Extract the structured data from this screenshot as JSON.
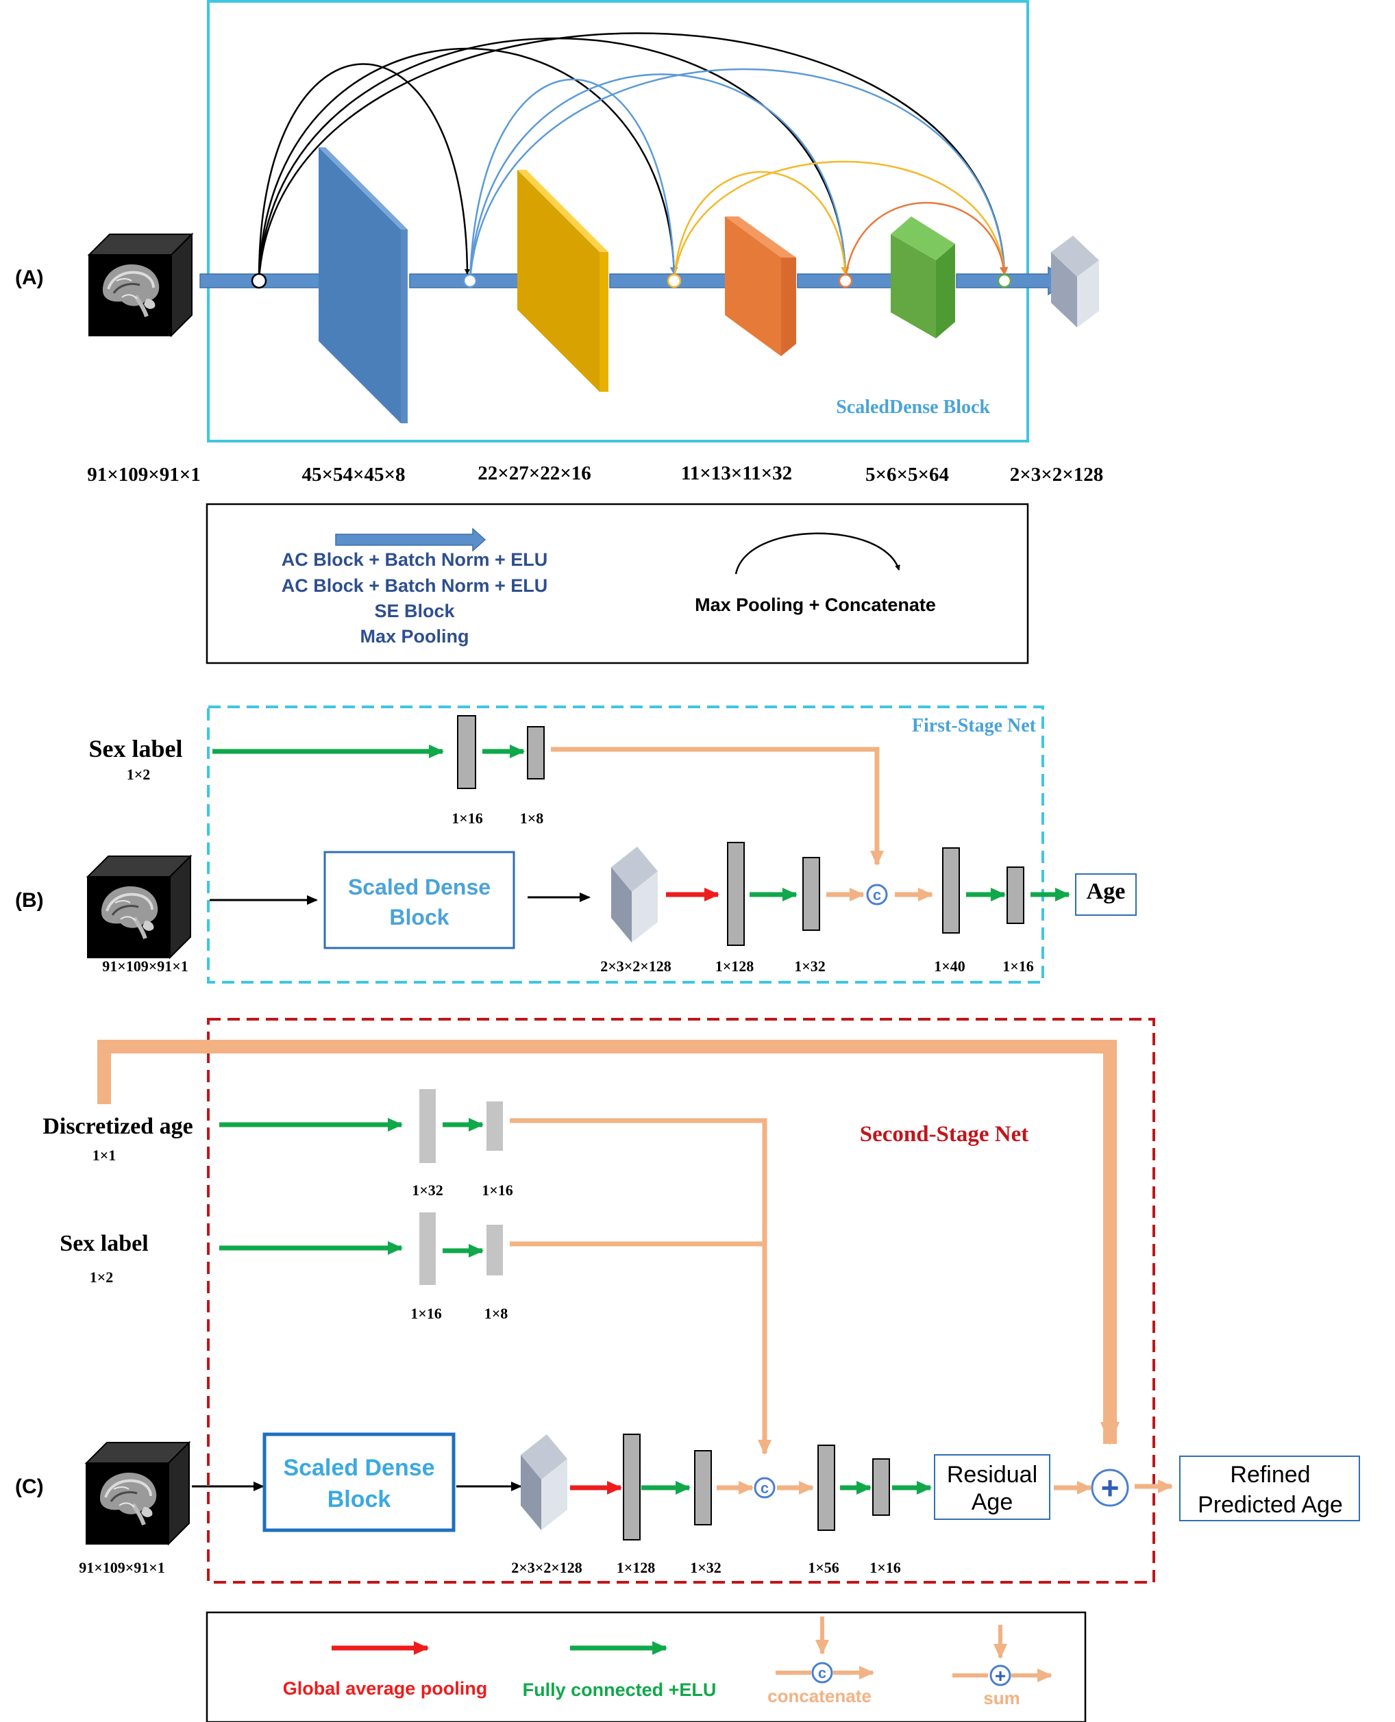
{
  "panel_labels": {
    "a": "(A)",
    "b": "(B)",
    "c": "(C)"
  },
  "panel_a": {
    "block_title": "ScaledDense Block",
    "dims": [
      "91×109×91×1",
      "45×54×45×8",
      "22×27×22×16",
      "11×13×11×32",
      "5×6×5×64",
      "2×3×2×128"
    ]
  },
  "legend_a": {
    "arrow_lines": [
      "AC Block + Batch Norm + ELU",
      "AC Block + Batch Norm + ELU",
      "SE Block",
      "Max Pooling"
    ],
    "curve_label": "Max Pooling + Concatenate"
  },
  "panel_b": {
    "title": "First-Stage Net",
    "sex_label": "Sex label",
    "sex_dim": "1×2",
    "block_line1": "Scaled Dense",
    "block_line2": "Block",
    "input_dim": "91×109×91×1",
    "dims": {
      "fc_sex_16": "1×16",
      "fc_sex_8": "1×8",
      "feature": "2×3×2×128",
      "fc128": "1×128",
      "fc32": "1×32",
      "fc40": "1×40",
      "fc16": "1×16"
    },
    "concat_symbol": "c",
    "output": "Age"
  },
  "panel_c": {
    "title": "Second-Stage Net",
    "disc_label": "Discretized age",
    "disc_dim": "1×1",
    "sex_label": "Sex label",
    "sex_dim": "1×2",
    "dims": {
      "disc32": "1×32",
      "disc16": "1×16",
      "sex16": "1×16",
      "sex8": "1×8",
      "feature": "2×3×2×128",
      "fc128": "1×128",
      "fc32": "1×32",
      "fc56": "1×56",
      "fc16": "1×16"
    },
    "input_dim": "91×109×91×1",
    "block_line1": "Scaled Dense",
    "block_line2": "Block",
    "residual_line1": "Residual",
    "residual_line2": "Age",
    "concat_symbol": "c",
    "sum_symbol": "+",
    "output_line1": "Refined",
    "output_line2": "Predicted Age"
  },
  "legend_bottom": {
    "gap": "Global average pooling",
    "fc": "Fully connected +ELU",
    "concat": "concatenate",
    "sum": "sum",
    "concat_symbol": "c",
    "sum_symbol": "+"
  },
  "colors": {
    "cyan_frame": "#3fc6e0",
    "blue_arrow": "#5b8fcc",
    "dark_blue_text": "#2e4f8f",
    "green": "#10a84a",
    "red": "#ee1c1c",
    "orange_line": "#f2b283",
    "dark_red": "#c0161b",
    "gray_bar": "#b0b0b0"
  }
}
